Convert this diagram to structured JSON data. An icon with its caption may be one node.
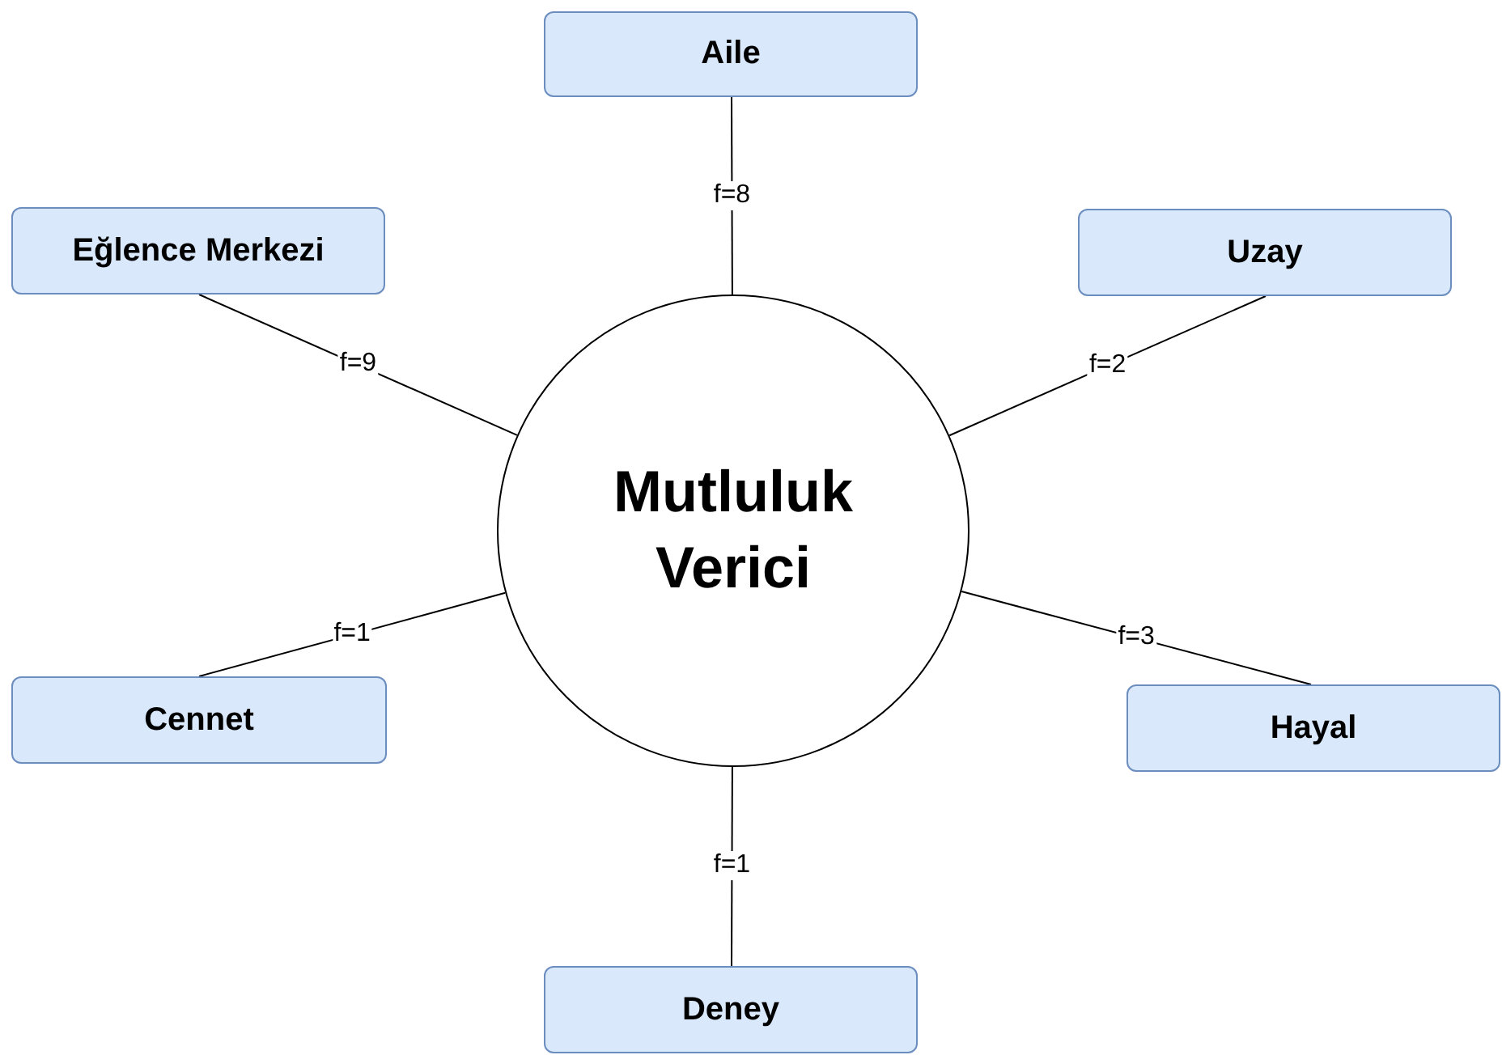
{
  "diagram": {
    "nodes": [
      {
        "text": [
          "Mutluluk Verici"
        ]
      },
      {
        "text": [
          "Aile"
        ]
      },
      {
        "text": [
          "Eğlence Merkezi"
        ]
      },
      {
        "text": [
          "Uzay"
        ]
      },
      {
        "text": [
          "Cennet"
        ]
      },
      {
        "text": [
          "Hayal"
        ]
      },
      {
        "text": [
          "Deney"
        ]
      }
    ],
    "edges": [
      {
        "from": 0,
        "to": 1,
        "arrow": "none",
        "label": "f=8"
      },
      {
        "from": 0,
        "to": 2,
        "arrow": "none",
        "label": "f=9"
      },
      {
        "from": 0,
        "to": 3,
        "arrow": "none",
        "label": "f=2"
      },
      {
        "from": 0,
        "to": 4,
        "arrow": "none",
        "label": "f=1"
      },
      {
        "from": 0,
        "to": 5,
        "arrow": "none",
        "label": "f=3"
      },
      {
        "from": 0,
        "to": 6,
        "arrow": "none",
        "label": "f=1"
      }
    ]
  }
}
